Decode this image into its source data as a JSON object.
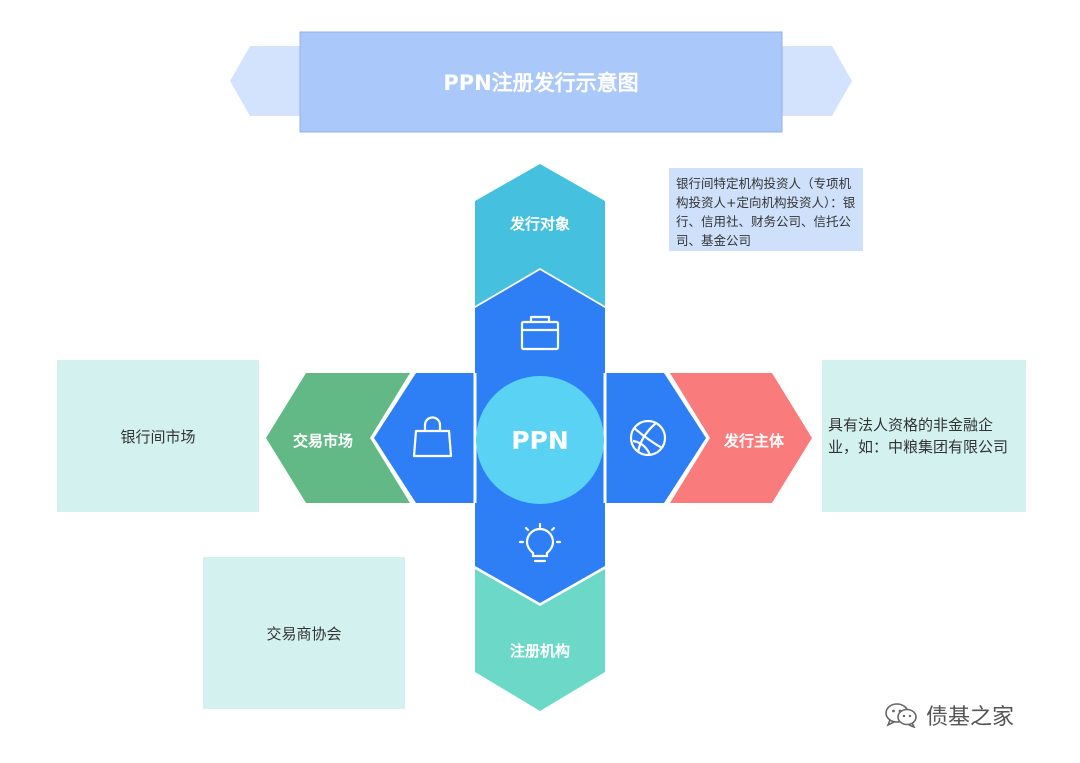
{
  "title": "PPN注册发行示意图",
  "center_label": "PPN",
  "branches": {
    "top": {
      "label": "发行对象",
      "color": "#45c0de",
      "icon": "briefcase-icon"
    },
    "left": {
      "label": "交易市场",
      "color": "#62b985",
      "icon": "shopping-bag-icon"
    },
    "right": {
      "label": "发行主体",
      "color": "#fa7b7b",
      "icon": "basketball-icon"
    },
    "bottom": {
      "label": "注册机构",
      "color": "#6cd8c8",
      "icon": "lightbulb-icon"
    }
  },
  "notes": {
    "top_note": "银行间特定机构投资人（专项机构投资人+定向机构投资人）：银行、信用社、财务公司、信托公司、基金公司",
    "left_box": "银行间市场",
    "right_box": "具有法人资格的非金融企业，如：中粮集团有限公司",
    "bottom_box": "交易商协会"
  },
  "watermark": "债基之家",
  "colors": {
    "title_bar": "#aac8fa",
    "title_arrows": "#d4e3fd",
    "hub": "#2e7ff5",
    "center_circle": "#59d2f3",
    "note_box": "#d3f2ef",
    "top_note_bg": "#cfe0fb"
  }
}
